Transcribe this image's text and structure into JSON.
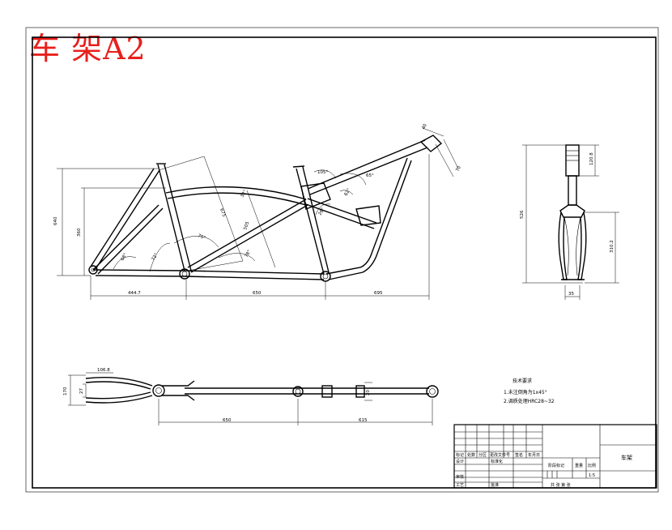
{
  "sheet_label": "车 架A2",
  "side_view": {
    "dims": {
      "h_overall": "640",
      "h_inner": "360",
      "w_left": "444.7",
      "w_mid": "650",
      "w_right": "695",
      "seat_tube_a": "675",
      "seat_tube_b": "505",
      "ang_1": "68°",
      "ang_2": "72°",
      "ang_3": "75°",
      "ang_4": "78°",
      "ang_5": "105°",
      "ang_6": "32°",
      "ang_7": "65°",
      "ang_8": "26°",
      "ang_9": "62°",
      "head_tube_w": "40",
      "head_tube_len": "70"
    }
  },
  "fork_view": {
    "dims": {
      "overall": "526",
      "steerer": "120.8",
      "blade": "310.2",
      "width": "35"
    }
  },
  "top_view": {
    "dims": {
      "rear_w": "106.8",
      "h1": "170",
      "h2": "27",
      "mid": "650",
      "front": "615",
      "stub": "20"
    }
  },
  "notes": {
    "title": "技术要求",
    "items": [
      "1.未注倒角为1x45°",
      "2.调质处理HRC28~32"
    ]
  },
  "title_block": {
    "name": "车架",
    "row_heads": [
      "标记",
      "处数",
      "分区",
      "更改文件号",
      "签名",
      "年月日"
    ],
    "design": "设计",
    "standard": "标准化",
    "stage": "阶段标记",
    "weight": "重量",
    "scale_head": "比例",
    "scale": "1:5",
    "review": "审核",
    "craft": "工艺",
    "approve": "批准",
    "sheets": "共  张  第  张"
  }
}
